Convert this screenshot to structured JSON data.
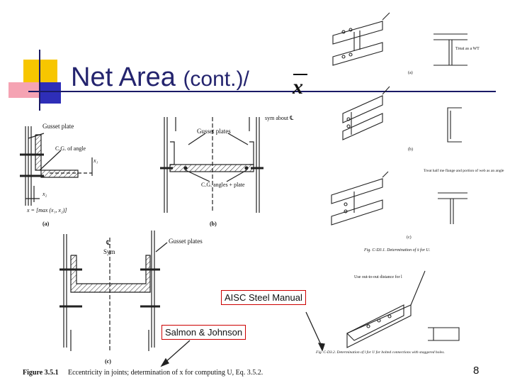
{
  "slide": {
    "title": "Net Area",
    "title_suffix": "(cont.)/",
    "title_symbol": "x",
    "page_number": "8"
  },
  "callouts": {
    "aisc": "AISC Steel Manual",
    "salmon": "Salmon & Johnson"
  },
  "left_figure": {
    "panel_a": {
      "gusset_label": "Gusset plate",
      "cg_label": "C.G. of angle",
      "x_bar_label": "x",
      "x1_label": "x₁",
      "x2_label": "x₂",
      "formula": "x = [max (x₁, x₂)]",
      "caption": "(a)"
    },
    "panel_b": {
      "gusset_label": "Gusset plates",
      "sym_label": "sym about ℄",
      "cg_label": "C.G. angles + plate",
      "caption": "(b)"
    },
    "panel_c": {
      "cl_label": "℄",
      "sym_label": "Sym",
      "gusset_label": "Gusset plates",
      "caption": "(c)"
    },
    "figure_caption_bold": "Figure 3.5.1",
    "figure_caption": "Eccentricity in joints; determination of x for computing U, Eq. 3.5.2."
  },
  "right_figure": {
    "label_a": "(a)",
    "label_b": "(b)",
    "label_c": "(c)",
    "treat_wt": "Treat as a WT",
    "treat_angle": "Treat half me flange and portion of web as an angle",
    "caption_1": "Fig. C-D3.1. Determination of x̄ for U.",
    "outout_label": "Use out-to-out distance for l",
    "caption_2": "Fig. C-D3.2. Determination of l for U for bolted connections with staggered holes."
  },
  "colors": {
    "title": "#24246e",
    "callout_border": "#cc0000",
    "deco_yellow": "#f7c600",
    "deco_pink": "#f5a3b3",
    "deco_blue": "#2e2eb8"
  }
}
